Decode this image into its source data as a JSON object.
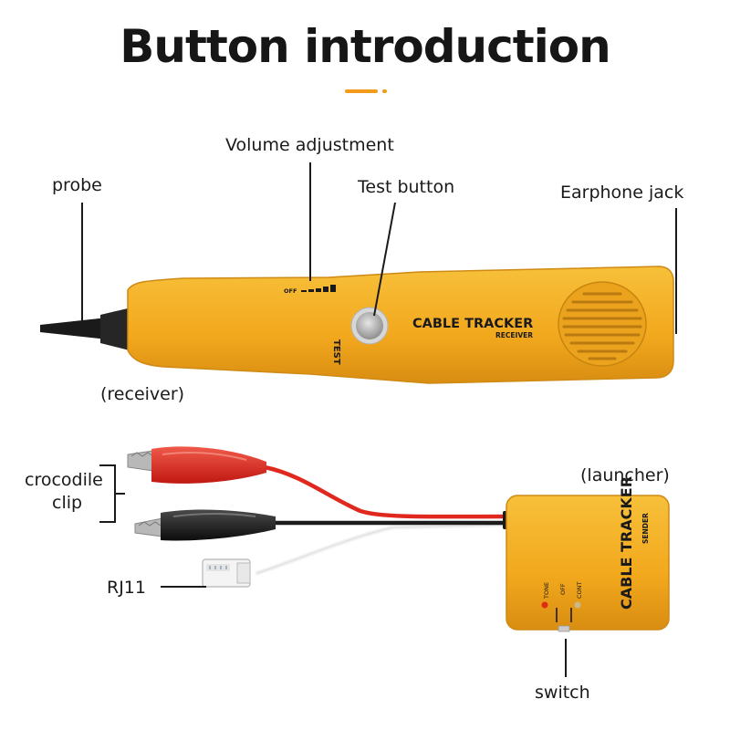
{
  "title": "Button introduction",
  "labels": {
    "volume": "Volume adjustment",
    "probe": "probe",
    "test_button": "Test button",
    "earphone_jack": "Earphone jack",
    "receiver": "(receiver)",
    "launcher": "(launcher)",
    "crocodile_line1": "crocodile",
    "crocodile_line2": "clip",
    "rj11": "RJ11",
    "switch": "switch"
  },
  "receiver_device": {
    "brand": "CABLE TRACKER",
    "model": "RECEIVER",
    "test_text": "TEST",
    "off_text": "OFF"
  },
  "sender_device": {
    "brand": "CABLE TRACKER",
    "model": "SENDER",
    "tone": "TONE",
    "off": "OFF",
    "cont": "CONT"
  },
  "colors": {
    "device_yellow": "#f5b021",
    "device_edge": "#d8901a",
    "accent": "#f19a1c",
    "wire_red": "#e0281e",
    "wire_black": "#1c1c1c",
    "leader": "#1a1a1a"
  }
}
